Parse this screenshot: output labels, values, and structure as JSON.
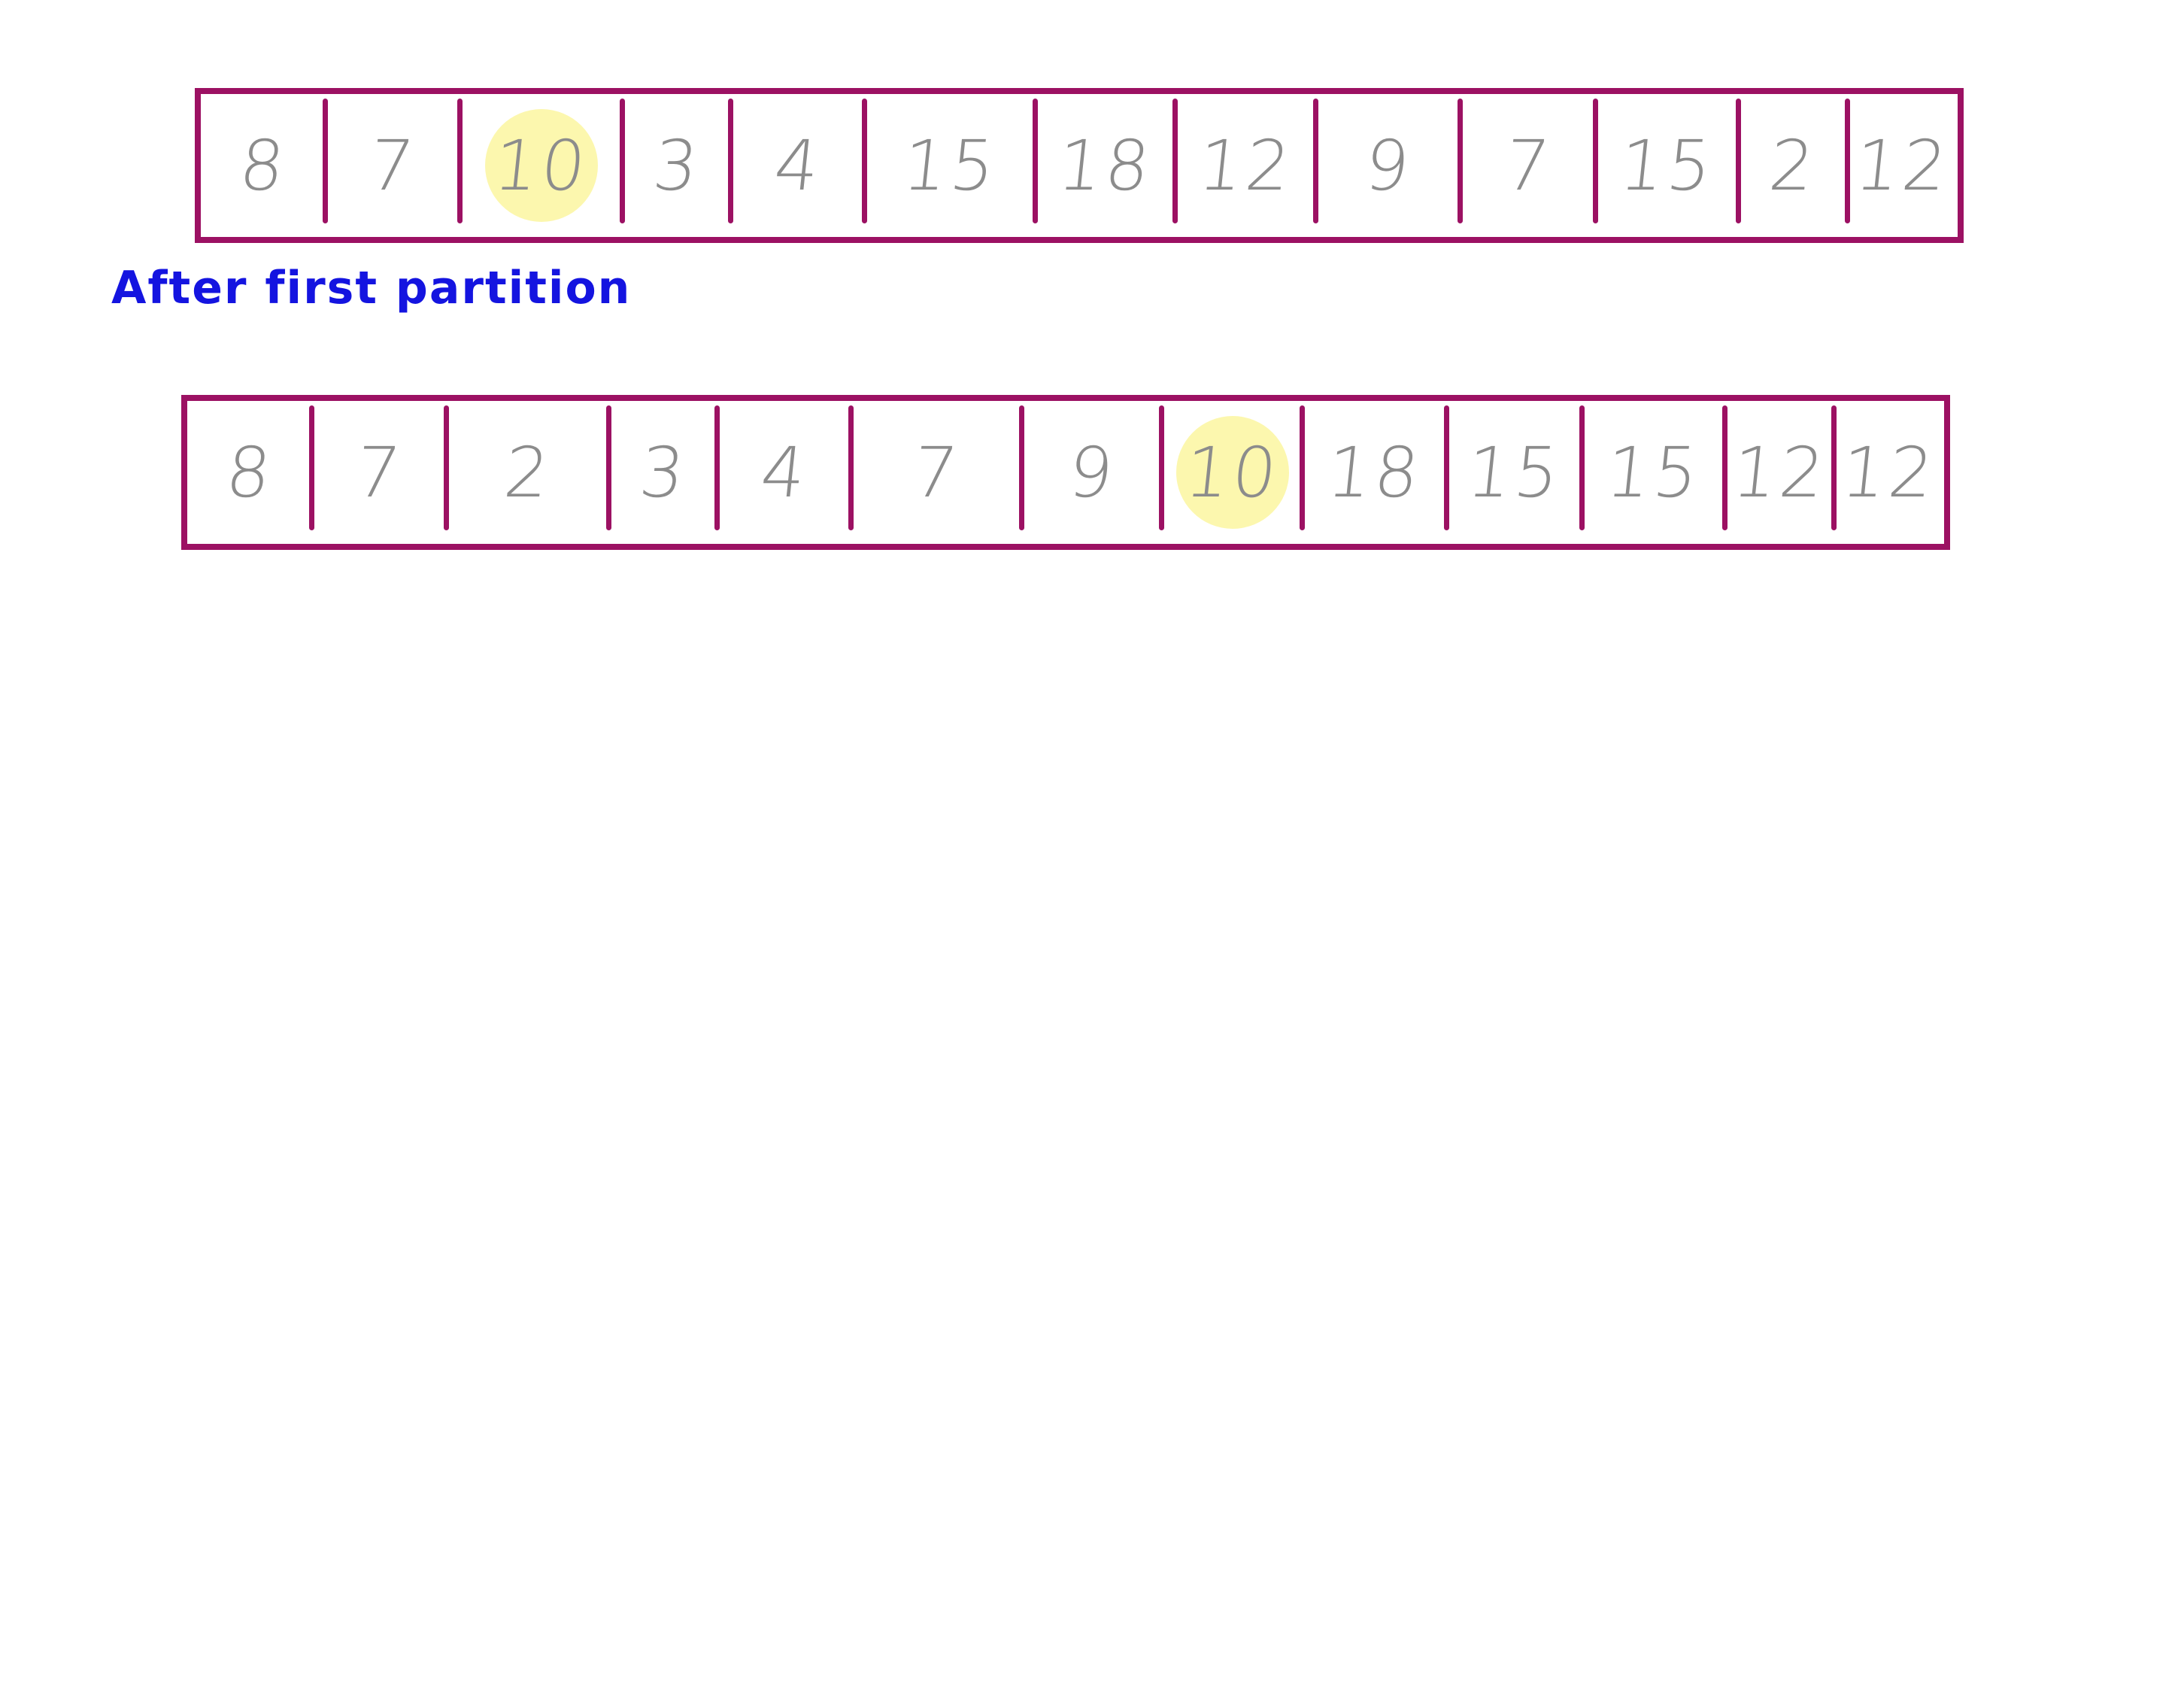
{
  "arrays": [
    {
      "values": [
        "8",
        "7",
        "10",
        "3",
        "4",
        "15",
        "18",
        "12",
        "9",
        "7",
        "15",
        "2",
        "12"
      ],
      "pivot_index": 2
    },
    {
      "values": [
        "8",
        "7",
        "2",
        "3",
        "4",
        "7",
        "9",
        "10",
        "18",
        "15",
        "15",
        "12",
        "12"
      ],
      "pivot_index": 7
    }
  ],
  "label": "After first partition",
  "colors": {
    "array_border": "#9c1163",
    "number_text": "#8c8c8c",
    "pivot_highlight": "#fbf6a0",
    "label_text": "#1414e0"
  }
}
